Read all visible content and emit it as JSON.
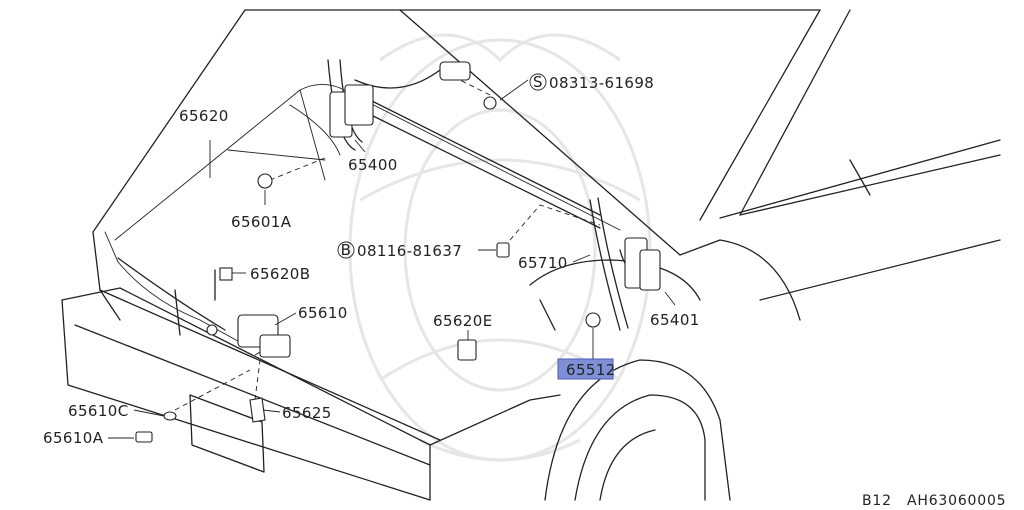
{
  "labels": {
    "p65620": "65620",
    "p65400": "65400",
    "p65601a": "65601A",
    "bolt_s": "08313-61698",
    "bolt_b": "08116-81637",
    "p65620b": "65620B",
    "p65610": "65610",
    "p65710": "65710",
    "p65401": "65401",
    "p65620e": "65620E",
    "p65512": "65512",
    "p65610c": "65610C",
    "p65610a": "65610A",
    "p65625": "65625"
  },
  "markers": {
    "s": "S",
    "b": "B"
  },
  "footer": {
    "model": "B12",
    "code": "AH63060005"
  },
  "highlight_color": "#7f8fd6"
}
